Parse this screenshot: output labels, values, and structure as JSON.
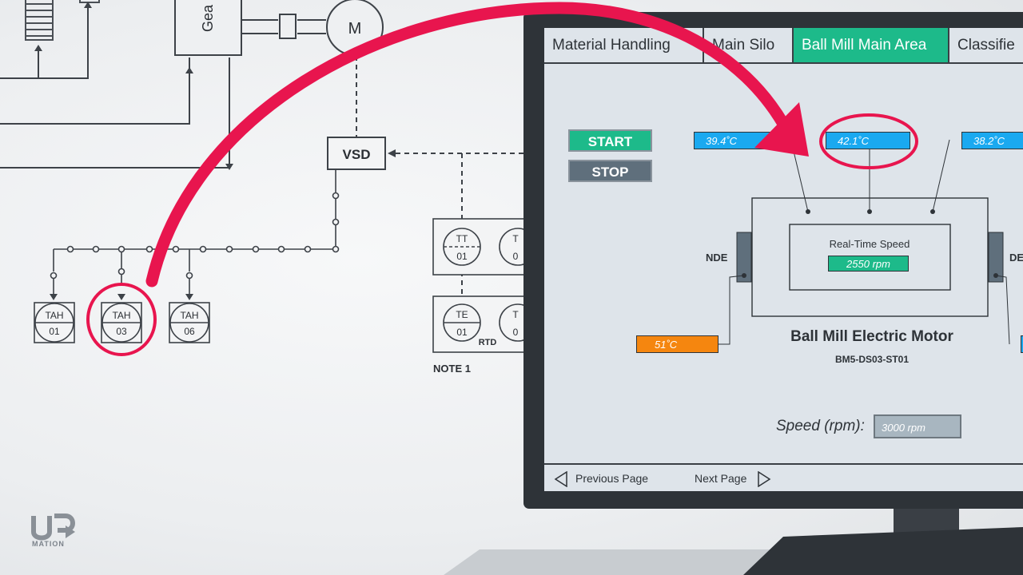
{
  "diagram": {
    "gear_label": "Gea",
    "motor_label": "M",
    "vsd_label": "VSD",
    "tah_01": {
      "top": "TAH",
      "bottom": "01"
    },
    "tah_03": {
      "top": "TAH",
      "bottom": "03"
    },
    "tah_06": {
      "top": "TAH",
      "bottom": "06"
    },
    "tt_01": {
      "top": "TT",
      "bottom": "01"
    },
    "te_01": {
      "top": "TE",
      "bottom": "01"
    },
    "rtd_label": "RTD",
    "note_label": "NOTE 1",
    "partial_t1": "T",
    "partial_c1": "0",
    "partial_t2": "T",
    "partial_c2": "0"
  },
  "hmi": {
    "tabs": [
      {
        "label": "Material Handling",
        "active": false
      },
      {
        "label": "Main Silo",
        "active": false
      },
      {
        "label": "Ball Mill Main Area",
        "active": true
      },
      {
        "label": "Classifie",
        "active": false
      }
    ],
    "start_label": "START",
    "stop_label": "STOP",
    "temp_left": "39.4˚C",
    "temp_mid": "42.1˚C",
    "temp_right": "38.2˚C",
    "temp_nde": "51˚C",
    "nde_label": "NDE",
    "de_label": "DE",
    "realtime_label": "Real-Time Speed",
    "realtime_value": "2550 rpm",
    "motor_title": "Ball Mill Electric Motor",
    "motor_tag": "BM5-DS03-ST01",
    "speed_label": "Speed (rpm):",
    "speed_value": "3000 rpm",
    "prev_label": "Previous Page",
    "next_label": "Next Page"
  },
  "brand": {
    "logo_sub": "MATION"
  },
  "colors": {
    "accent_green": "#1dba8a",
    "stop_gray": "#5f6f7c",
    "temp_blue": "#1aa9f0",
    "temp_orange": "#f5860f",
    "highlight_red": "#e8154e"
  }
}
